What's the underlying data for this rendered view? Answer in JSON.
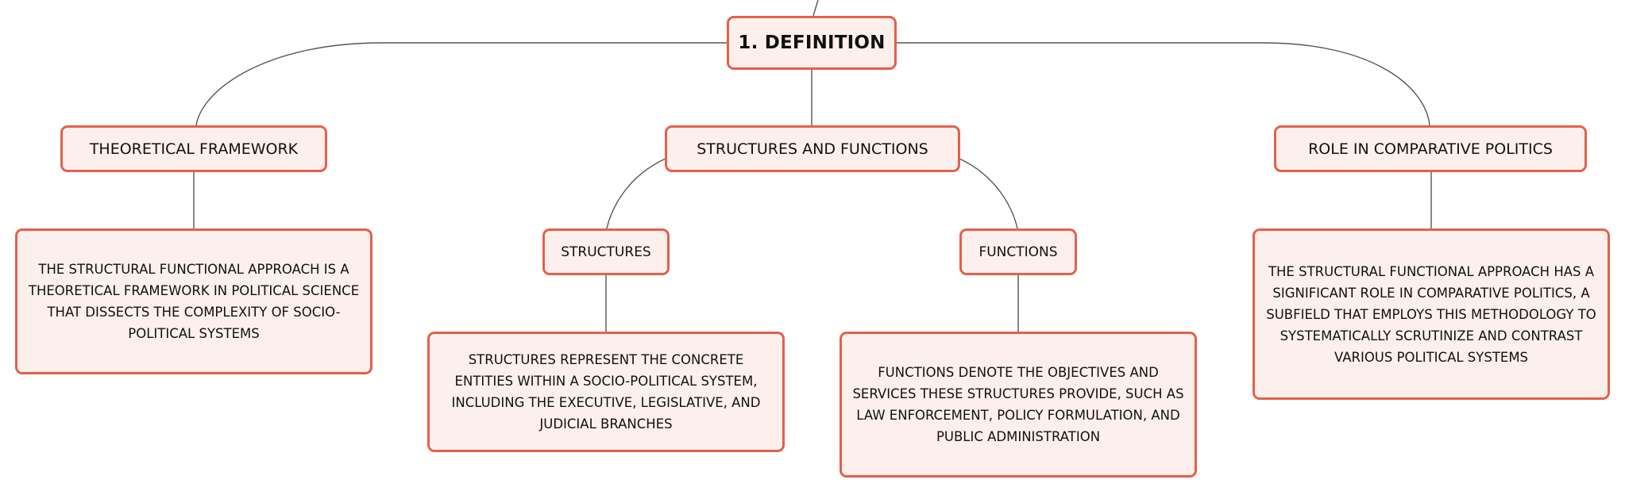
{
  "colors": {
    "node_fill": "#fdf0ec",
    "node_border": "#e4604a",
    "connector": "#555555",
    "text": "#111111"
  },
  "root": {
    "label": "1. DEFINITION"
  },
  "branches": {
    "theoretical_framework": {
      "label": "THEORETICAL FRAMEWORK",
      "detail": "THE STRUCTURAL FUNCTIONAL APPROACH IS A THEORETICAL FRAMEWORK IN POLITICAL SCIENCE THAT DISSECTS THE COMPLEXITY OF SOCIO-POLITICAL SYSTEMS"
    },
    "structures_and_functions": {
      "label": "STRUCTURES AND FUNCTIONS",
      "structures": {
        "label": "STRUCTURES",
        "detail": "STRUCTURES REPRESENT THE CONCRETE ENTITIES WITHIN A SOCIO-POLITICAL SYSTEM, INCLUDING THE EXECUTIVE, LEGISLATIVE, AND JUDICIAL BRANCHES"
      },
      "functions": {
        "label": "FUNCTIONS",
        "detail": "FUNCTIONS DENOTE THE OBJECTIVES AND SERVICES THESE STRUCTURES PROVIDE, SUCH AS LAW ENFORCEMENT, POLICY FORMULATION, AND PUBLIC ADMINISTRATION"
      }
    },
    "role_in_comparative_politics": {
      "label": "ROLE IN COMPARATIVE POLITICS",
      "detail": "THE STRUCTURAL FUNCTIONAL APPROACH HAS A SIGNIFICANT ROLE IN COMPARATIVE POLITICS, A SUBFIELD THAT EMPLOYS THIS METHODOLOGY TO SYSTEMATICALLY SCRUTINIZE AND CONTRAST VARIOUS POLITICAL SYSTEMS"
    }
  }
}
